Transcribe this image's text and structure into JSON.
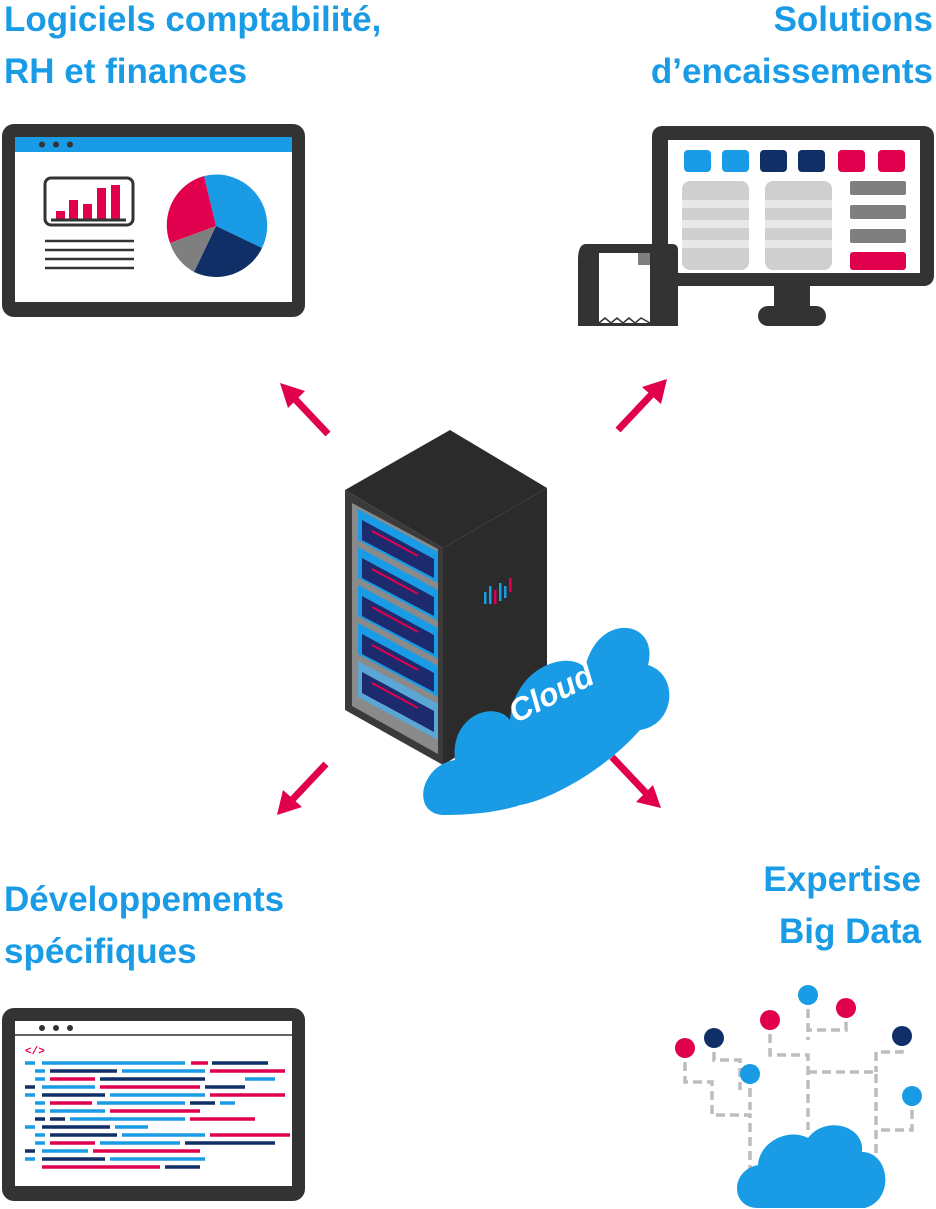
{
  "labels": {
    "top_left": {
      "line1": "Logiciels comptabilité,",
      "line2": "RH et finances"
    },
    "top_right": {
      "line1": "Solutions",
      "line2": "d’encaissements"
    },
    "bottom_left": {
      "line1": "Développements",
      "line2": "spécifiques"
    },
    "bottom_right": {
      "line1": "Expertise",
      "line2": "Big Data"
    }
  },
  "center": {
    "cloud_label": "Cloud"
  },
  "colors": {
    "blue": "#1a9be6",
    "navy": "#0f2f66",
    "crimson": "#e0004d",
    "dark": "#333333",
    "gray": "#7f7f7f"
  },
  "icons": [
    "browser-dashboard-icon",
    "pos-terminal-icon",
    "server-rack-icon",
    "cloud-icon",
    "code-editor-icon",
    "big-data-icon",
    "arrow-icon"
  ]
}
